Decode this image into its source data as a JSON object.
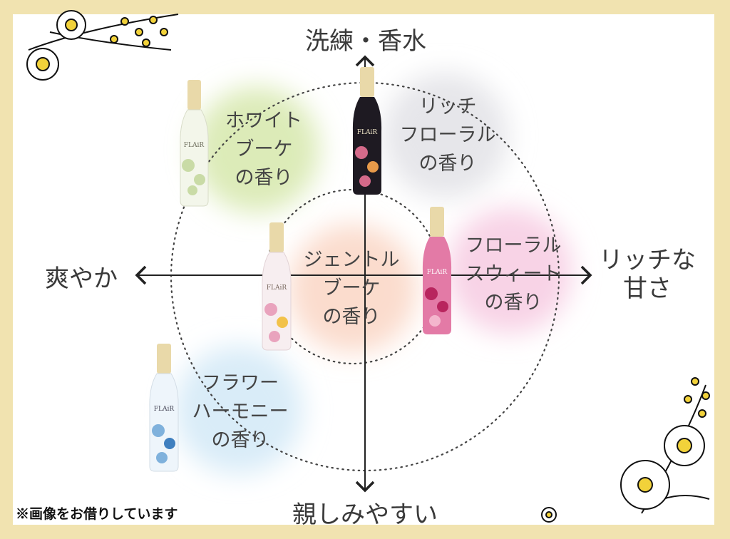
{
  "axes": {
    "top": "洗練・香水",
    "bottom": "親しみやすい",
    "left": "爽やか",
    "right_line1": "リッチな",
    "right_line2": "甘さ"
  },
  "scents": [
    {
      "line1": "ホワイト",
      "line2": "ブーケ",
      "line3": "の香り",
      "blob": "#dcebb8",
      "bottle": "#f3f6ea",
      "accent": "#c9dba6"
    },
    {
      "line1": "リッチ",
      "line2": "フローラル",
      "line3": "の香り",
      "blob": "#e6e6ea",
      "bottle": "#1e1a22",
      "accent": "#d46a8a"
    },
    {
      "line1": "ジェントル",
      "line2": "ブーケ",
      "line3": "の香り",
      "blob": "#fbdccd",
      "bottle": "#f7eef0",
      "accent": "#e9a3bd"
    },
    {
      "line1": "フローラル",
      "line2": "スウィート",
      "line3": "の香り",
      "blob": "#f8d3e6",
      "bottle": "#e37aa6",
      "accent": "#b8255e"
    },
    {
      "line1": "フラワー",
      "line2": "ハーモニー",
      "line3": "の香り",
      "blob": "#d9ecf8",
      "bottle": "#eef5fb",
      "accent": "#7fb1dc"
    }
  ],
  "brand": "FLAiR",
  "credit": "※画像をお借りしています",
  "colors": {
    "frame": "#f1e3b0",
    "background": "#ffffff",
    "accent_yellow": "#f2d23a"
  }
}
